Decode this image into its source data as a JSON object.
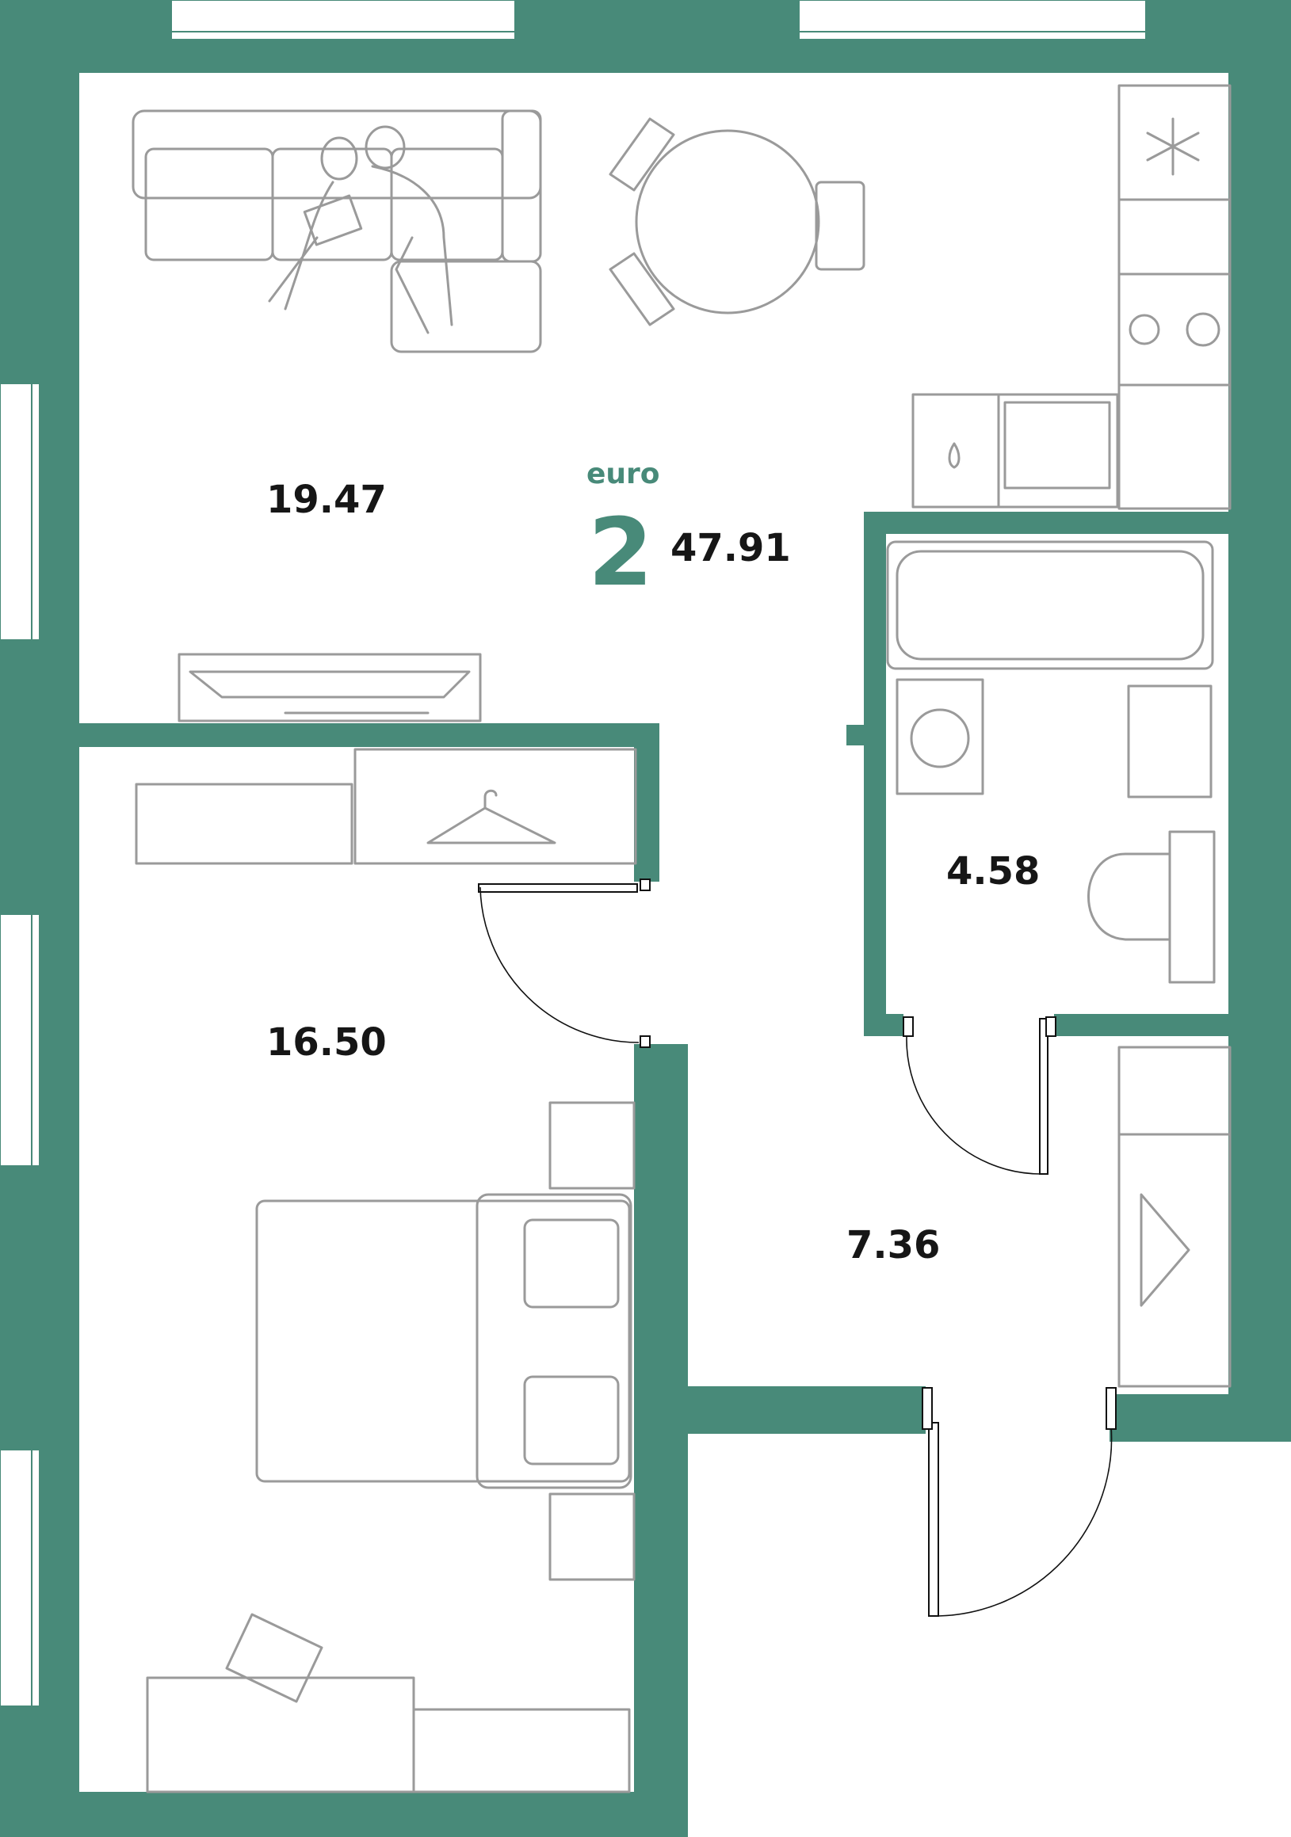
{
  "plan": {
    "type_label": "euro",
    "rooms_count": "2",
    "total_area": "47.91",
    "rooms": [
      {
        "id": "living-kitchen",
        "area": "19.47"
      },
      {
        "id": "bedroom",
        "area": "16.50"
      },
      {
        "id": "bathroom",
        "area": "4.58"
      },
      {
        "id": "hallway",
        "area": "7.36"
      }
    ]
  },
  "colors": {
    "wall": "#488a79",
    "furniture": "#9a9a9a",
    "text": "#161616"
  },
  "icons": [
    "snowflake-icon",
    "hanger-icon",
    "stove-burner-icon",
    "people-illustration"
  ]
}
